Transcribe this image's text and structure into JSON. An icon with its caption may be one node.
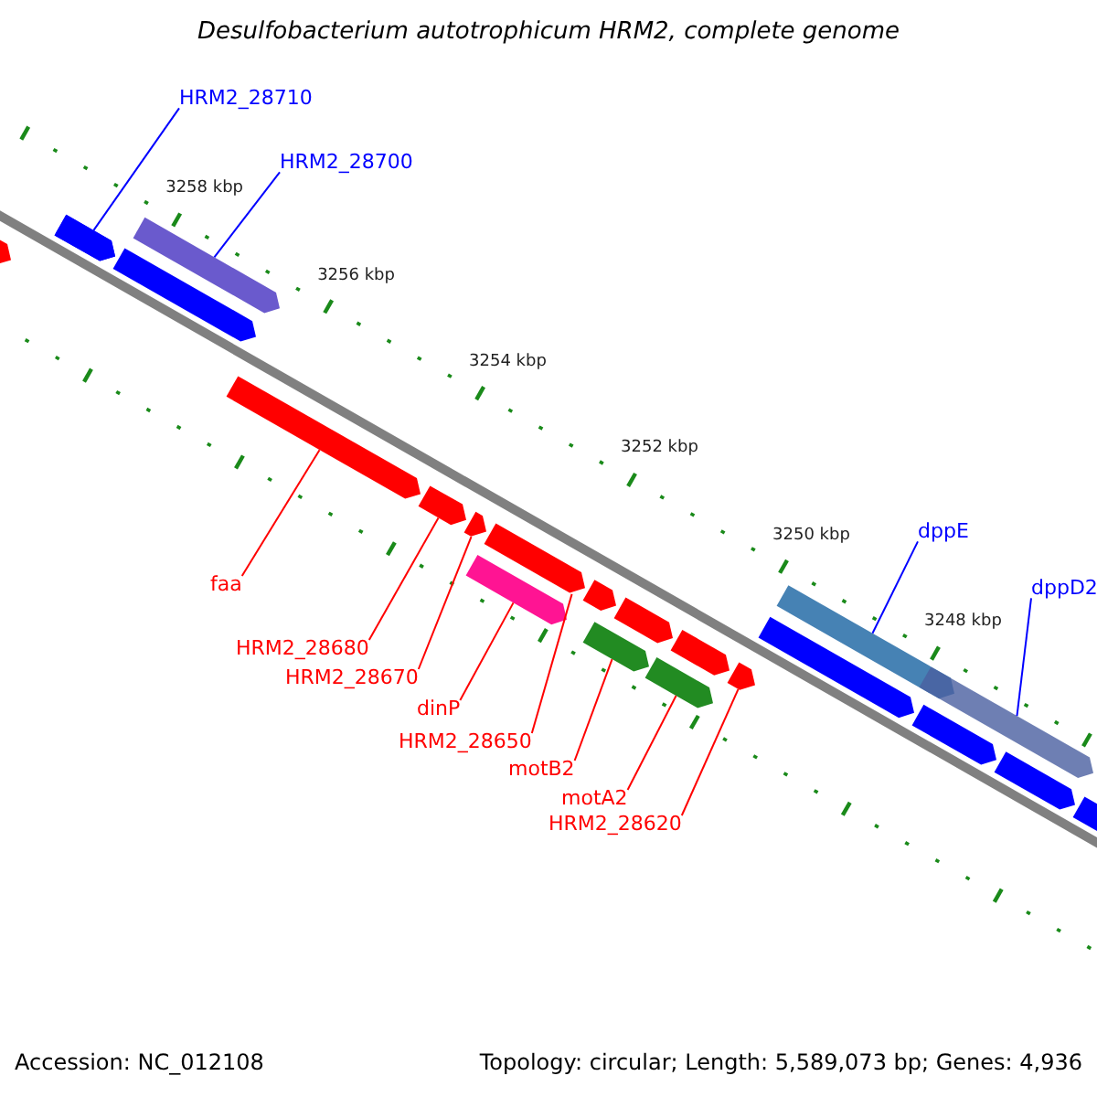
{
  "diagram": {
    "title": "Desulfobacterium autotrophicum HRM2, complete genome",
    "nodes": [
      {
        "text": [
          "HRM2_28710"
        ]
      },
      {
        "text": [
          "HRM2_28700"
        ]
      },
      {
        "text": [
          "dppE"
        ]
      },
      {
        "text": [
          "dppD2"
        ]
      },
      {
        "text": [
          "faa"
        ]
      },
      {
        "text": [
          "HRM2_28680"
        ]
      },
      {
        "text": [
          "HRM2_28670"
        ]
      },
      {
        "text": [
          "dinP"
        ]
      },
      {
        "text": [
          "HRM2_28650"
        ]
      },
      {
        "text": [
          "motB2"
        ]
      },
      {
        "text": [
          "motA2"
        ]
      },
      {
        "text": [
          "HRM2_28620"
        ]
      },
      {
        "text": [],
        "shape": "bar"
      },
      {
        "text": [],
        "shape": "bar"
      },
      {
        "text": [],
        "shape": "bar"
      },
      {
        "text": [],
        "shape": "bar"
      },
      {
        "text": [],
        "shape": "bar"
      },
      {
        "text": [],
        "shape": "bar"
      },
      {
        "text": [],
        "shape": "bar"
      },
      {
        "text": [],
        "shape": "bar"
      },
      {
        "text": [],
        "shape": "bar"
      },
      {
        "text": [],
        "shape": "bar"
      },
      {
        "text": [],
        "shape": "bar"
      },
      {
        "text": [],
        "shape": "bar"
      }
    ],
    "edges": [
      {
        "from": 0,
        "to": 12,
        "arrow": "none",
        "color": "#0000ff"
      },
      {
        "from": 1,
        "to": 13,
        "arrow": "none",
        "color": "#0000ff"
      },
      {
        "from": 2,
        "to": 14,
        "arrow": "none",
        "color": "#0000ff"
      },
      {
        "from": 3,
        "to": 15,
        "arrow": "none",
        "color": "#0000ff"
      },
      {
        "from": 4,
        "to": 16,
        "arrow": "none"
      },
      {
        "from": 5,
        "to": 17,
        "arrow": "none"
      },
      {
        "from": 6,
        "to": 18,
        "arrow": "none"
      },
      {
        "from": 7,
        "to": 19,
        "arrow": "none"
      },
      {
        "from": 8,
        "to": 20,
        "arrow": "none"
      },
      {
        "from": 9,
        "to": 21,
        "arrow": "none"
      },
      {
        "from": 10,
        "to": 22,
        "arrow": "none"
      },
      {
        "from": 11,
        "to": 23,
        "arrow": "none"
      }
    ],
    "labels": [
      "3258 kbp",
      "3256 kbp",
      "3254 kbp",
      "3252 kbp",
      "3250 kbp",
      "3248 kbp",
      "Accession: NC_012108",
      "Topology: circular; Length: 5,589,073 bp; Genes: 4,936"
    ]
  }
}
